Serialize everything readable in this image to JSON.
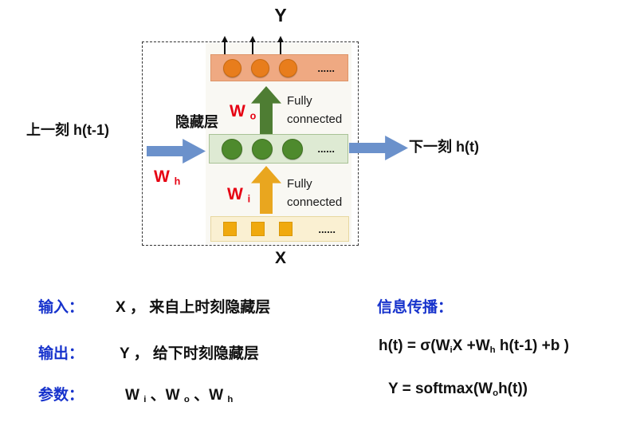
{
  "colors": {
    "label_blue": "#1733cc",
    "weight_red": "#e60012",
    "flow_arrow_blue": "#6b91cb",
    "output_layer_fill": "#efa982",
    "output_node_orange": "#e87d1c",
    "hidden_layer_fill": "#deead3",
    "hidden_node_green": "#4e8a2d",
    "input_layer_fill": "#faf0d2",
    "input_node_yellow": "#f0a90e",
    "wo_arrow_green": "#4e7d33",
    "wi_arrow_orange": "#e9a61f"
  },
  "diagram": {
    "output_label": "Y",
    "input_label": "X",
    "hidden_layer_label": "隐藏层",
    "prev_time_label": "上一刻  h(t-1)",
    "next_time_label": "下一刻  h(t)",
    "fully_connected_top": "Fully connected",
    "fully_connected_bottom": "Fully connected",
    "output_dots": "......",
    "hidden_dots": "......",
    "input_dots": "......",
    "w_o": [
      {
        "t": "W "
      },
      {
        "t": "o",
        "sub": true
      }
    ],
    "w_i": [
      {
        "t": "W "
      },
      {
        "t": "i",
        "sub": true
      }
    ],
    "w_h": [
      {
        "t": "W "
      },
      {
        "t": "h",
        "sub": true
      }
    ]
  },
  "notes": {
    "input": {
      "label": "输入：",
      "value": "X ， 来自上时刻隐藏层"
    },
    "output": {
      "label": "输出：",
      "value": "Y ， 给下时刻隐藏层"
    },
    "params": {
      "label": "参数：",
      "value": [
        {
          "t": "W "
        },
        {
          "t": "i",
          "sub": true
        },
        {
          "t": " 、W "
        },
        {
          "t": "o",
          "sub": true
        },
        {
          "t": " 、W "
        },
        {
          "t": "h",
          "sub": true
        }
      ]
    },
    "propagation": {
      "label": "信息传播：",
      "h_formula": [
        {
          "t": "h(t) = σ(W"
        },
        {
          "t": "i",
          "sub": true
        },
        {
          "t": "X +W"
        },
        {
          "t": "h",
          "sub": true
        },
        {
          "t": " h(t-1) +b )"
        }
      ],
      "y_formula": [
        {
          "t": "Y = softmax(W"
        },
        {
          "t": "o",
          "sub": true
        },
        {
          "t": "h(t))"
        }
      ]
    }
  }
}
